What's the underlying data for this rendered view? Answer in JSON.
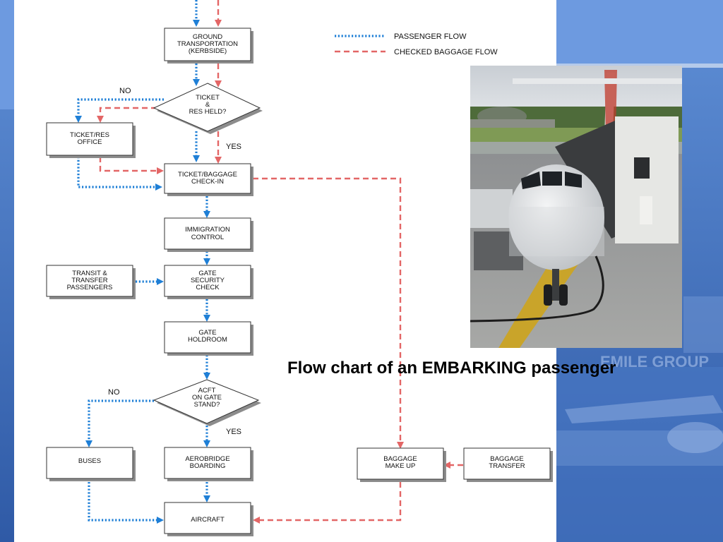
{
  "caption": "Flow chart of an EMBARKING passenger",
  "legend": {
    "passenger_flow": "PASSENGER FLOW",
    "baggage_flow": "CHECKED BAGGAGE FLOW"
  },
  "nodes": {
    "ground_transportation": [
      "GROUND",
      "TRANSPORTATION",
      "(KERBSIDE)"
    ],
    "ticket_res_held": [
      "TICKET",
      "&",
      "RES HELD?"
    ],
    "ticket_res_office": [
      "TICKET/RES",
      "OFFICE"
    ],
    "ticket_baggage_checkin": [
      "TICKET/BAGGAGE",
      "CHECK-IN"
    ],
    "immigration_control": [
      "IMMIGRATION",
      "CONTROL"
    ],
    "transit_transfer": [
      "TRANSIT &",
      "TRANSFER",
      "PASSENGERS"
    ],
    "gate_security_check": [
      "GATE",
      "SECURITY",
      "CHECK"
    ],
    "gate_holdroom": [
      "GATE",
      "HOLDROOM"
    ],
    "acft_on_gate_stand": [
      "ACFT",
      "ON GATE",
      "STAND?"
    ],
    "buses": [
      "BUSES"
    ],
    "aerobridge_boarding": [
      "AEROBRIDGE",
      "BOARDING"
    ],
    "aircraft": [
      "AIRCRAFT"
    ],
    "baggage_make_up": [
      "BAGGAGE",
      "MAKE UP"
    ],
    "baggage_transfer": [
      "BAGGAGE",
      "TRANSFER"
    ]
  },
  "edge_labels": {
    "no_1": "NO",
    "yes_1": "YES",
    "no_2": "NO",
    "yes_2": "YES"
  },
  "background_text": "EMILE GROUP",
  "colors": {
    "passenger_flow": "#1f7fd6",
    "baggage_flow": "#e36666",
    "slide_blue": "#3b6cb7"
  }
}
